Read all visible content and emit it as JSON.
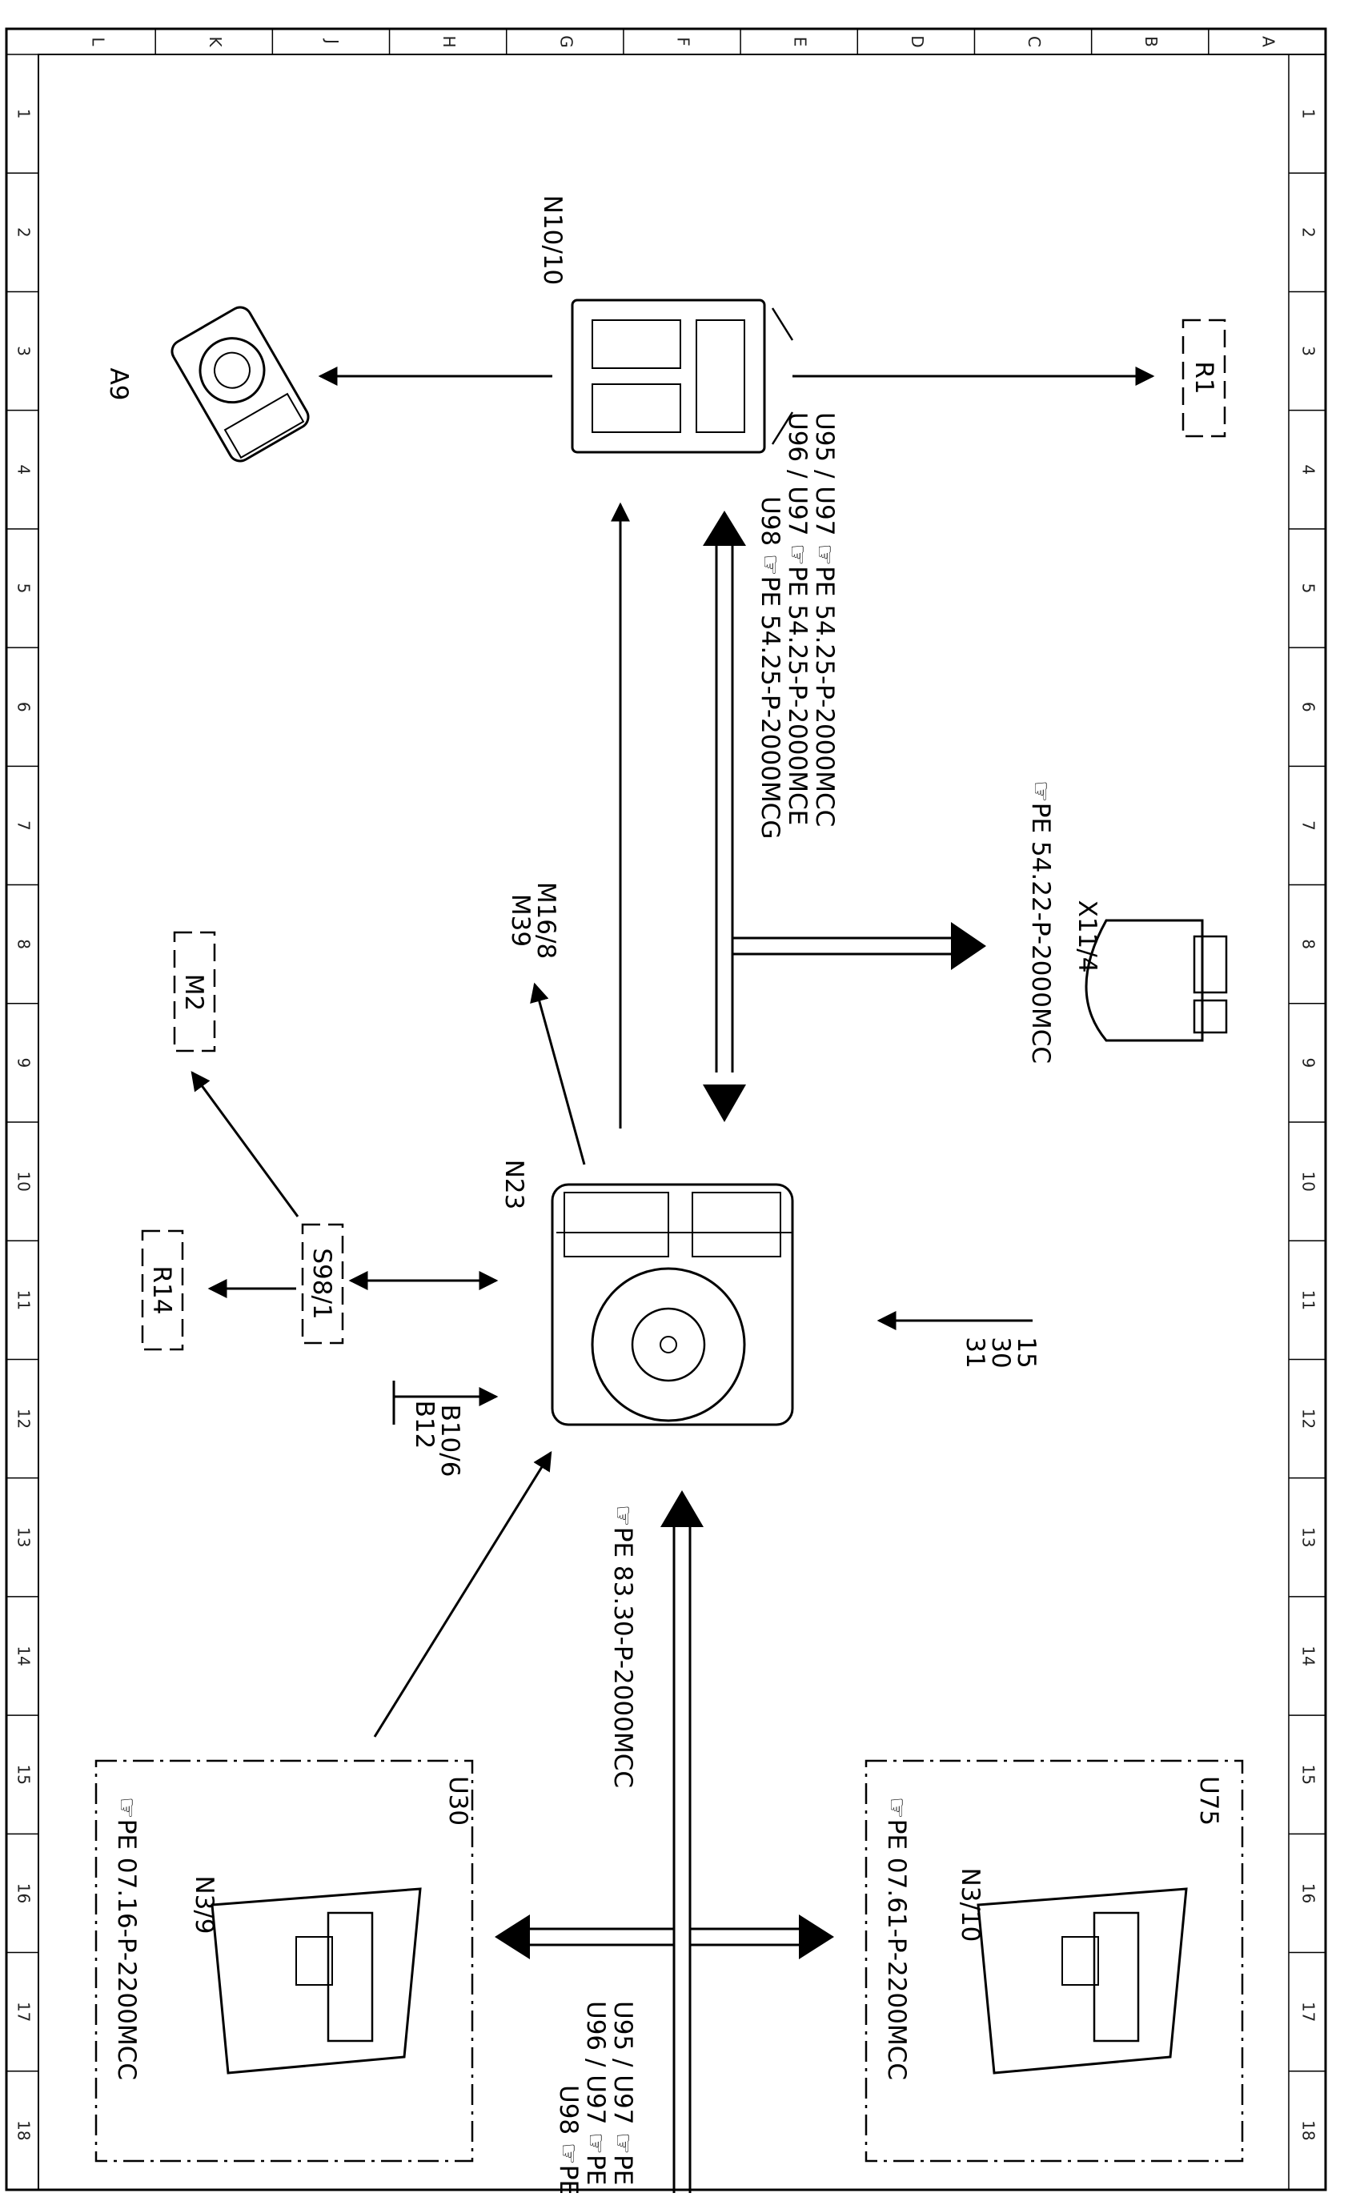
{
  "orientation": "rotated 90° clockwise (text reads bottom-to-top)",
  "border": {
    "row_numbers": [
      "1",
      "2",
      "3",
      "4",
      "5",
      "6",
      "7",
      "8",
      "9",
      "10",
      "11",
      "12",
      "13",
      "14",
      "15",
      "16",
      "17",
      "18"
    ],
    "column_letters": [
      "L",
      "K",
      "J",
      "H",
      "G",
      "F",
      "E",
      "D",
      "C",
      "B",
      "A"
    ]
  },
  "components": {
    "n23": "N23",
    "n10_10": "N10/10",
    "a9": "A9",
    "r1": "R1",
    "m2": "M2",
    "r14": "R14",
    "s98_1": "S98/1",
    "x11_4": "X11/4",
    "u30": "U30",
    "n3_9": "N3/9",
    "u75": "U75",
    "n3_10": "N3/10"
  },
  "labels": {
    "m16_8": "M16/8",
    "m39": "M39",
    "b10_6": "B10/6",
    "b12": "B12",
    "t15": "15",
    "t30": "30",
    "t31": "31"
  },
  "references": {
    "top_1": "U95 / U97 ☞PE 54.25-P-2000MCC",
    "top_2": "U96 / U97 ☞PE 54.25-P-2000MCE",
    "top_3": "U98 ☞PE 54.25-P-2000MCG",
    "x11": "☞PE 54.22-P-2000MCC",
    "mid": "☞PE 83.30-P-2000MCC",
    "u30": "☞PE 07.16-P-2200MCC",
    "u75": "☞PE 07.61-P-2200MCC",
    "bot_1": "U95 / U97 ☞PE",
    "bot_2": "U96 / U97 ☞PE",
    "bot_3": "U98 ☞PE"
  }
}
